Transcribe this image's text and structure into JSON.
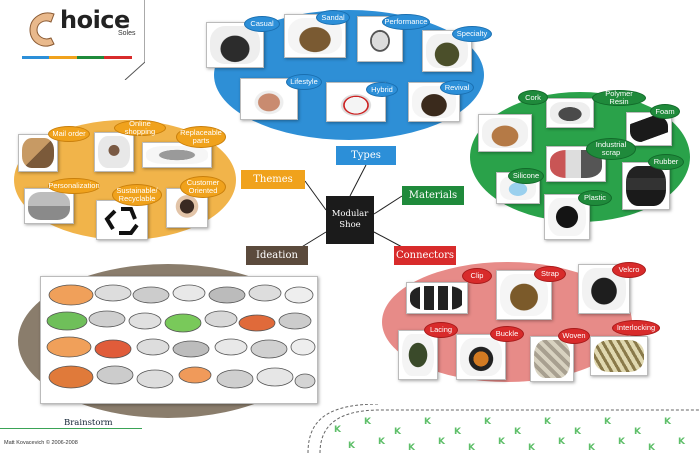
{
  "logo": {
    "wordmark": "hoice",
    "sub": "Soles"
  },
  "center_node": {
    "line1": "Modular",
    "line2": "Shoe"
  },
  "categories": {
    "types": "Types",
    "themes": "Themes",
    "materials": "Materials",
    "ideation": "Ideation",
    "connectors": "Connectors"
  },
  "types_tags": [
    "Casual",
    "Sandal",
    "Performance",
    "Specialty",
    "Lifestyle",
    "Hybrid",
    "Revival"
  ],
  "materials_tags": [
    "Cork",
    "Polymer Resin",
    "Foam",
    "Industrial scrap",
    "Silicone",
    "Rubber",
    "Plastic"
  ],
  "themes_tags": [
    "Mail order",
    "Online shopping",
    "Replaceable parts",
    "Personalization",
    "Sustainable/ Recyclable",
    "Customer Oriented"
  ],
  "connectors_tags": [
    "Clip",
    "Strap",
    "Velcro",
    "Lacing",
    "Buckle",
    "Woven",
    "Interlocking"
  ],
  "footer": {
    "title": "Brainstorm",
    "credit": "Matt Kovacevich © 2006-2008"
  },
  "colors": {
    "types": "#2c8fd8",
    "materials": "#1f8a3b",
    "themes": "#f0a21c",
    "ideation": "#5b4a3c",
    "connectors": "#d82b2b",
    "center": "#1b1b1b"
  }
}
